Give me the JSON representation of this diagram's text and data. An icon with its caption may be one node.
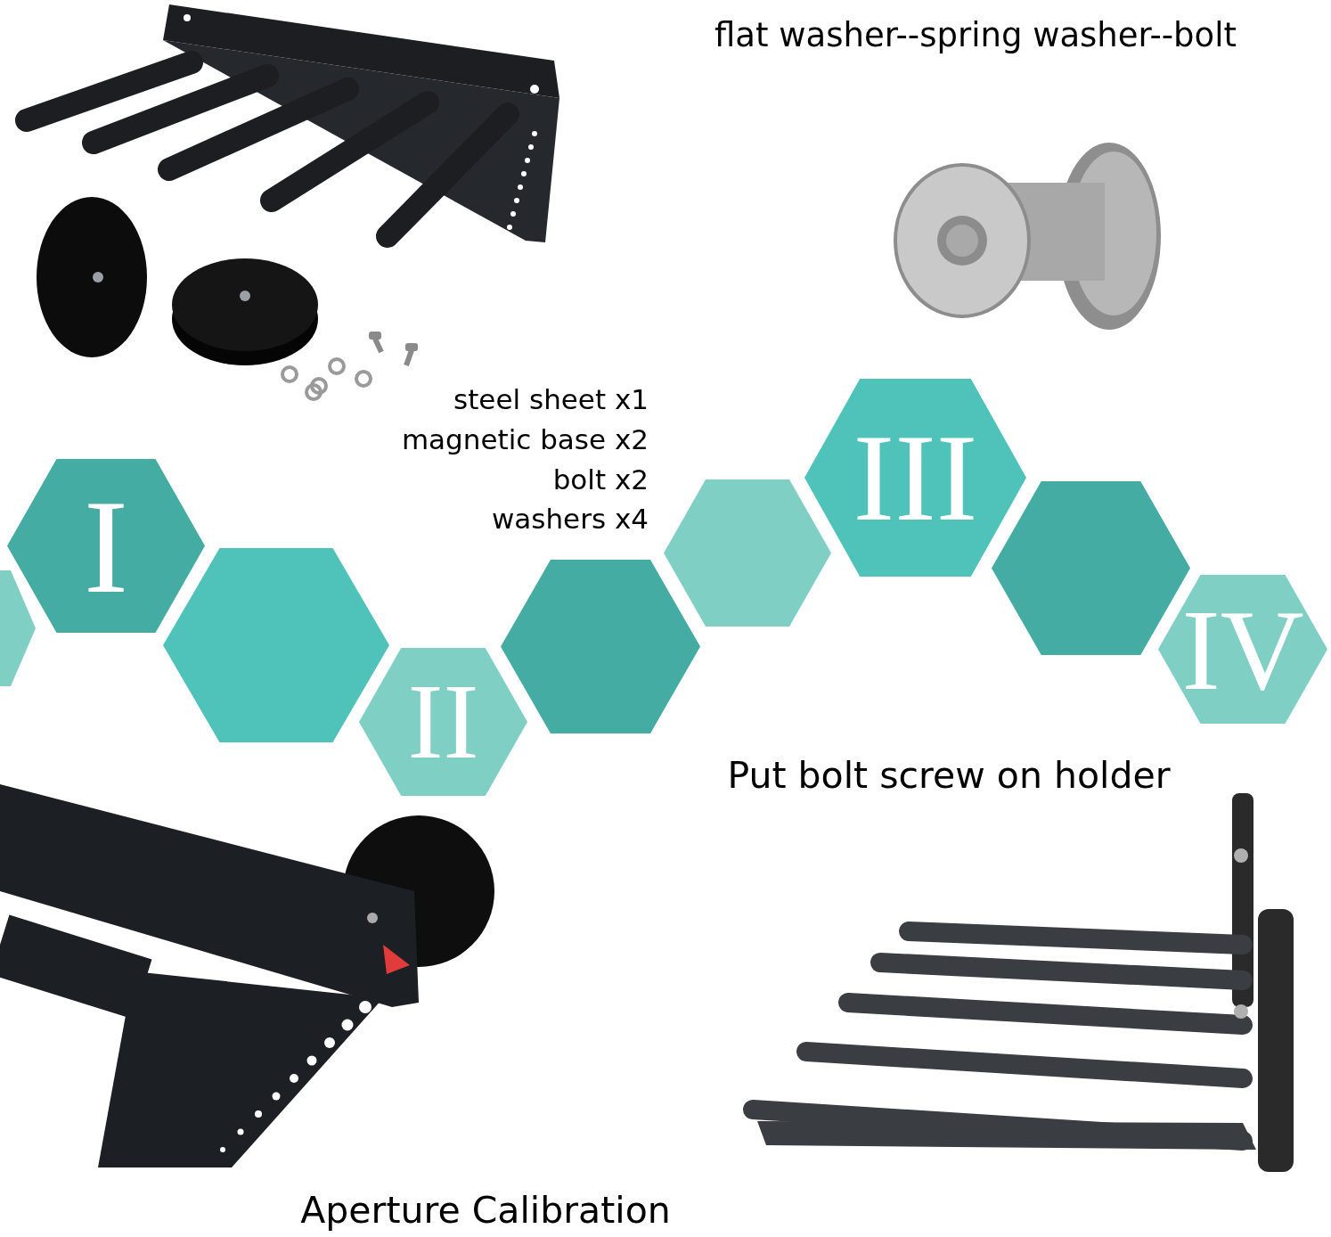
{
  "diagram": {
    "nodes": [
      {
        "text": [],
        "shape": "hexagon"
      },
      {
        "text": [
          "I"
        ]
      },
      {
        "text": [],
        "shape": "hexagon"
      },
      {
        "text": [
          "II"
        ]
      },
      {
        "text": [],
        "shape": "hexagon"
      },
      {
        "text": [],
        "shape": "hexagon"
      },
      {
        "text": [
          "III"
        ]
      },
      {
        "text": [],
        "shape": "hexagon"
      },
      {
        "text": [
          "IV"
        ]
      }
    ],
    "edges": [],
    "labels": [
      "flat washer--spring washer--bolt",
      "steel sheet x1",
      "magnetic base x2",
      "bolt x2",
      "washers x4",
      "Put bolt screw on holder",
      "Aperture Calibration"
    ]
  }
}
